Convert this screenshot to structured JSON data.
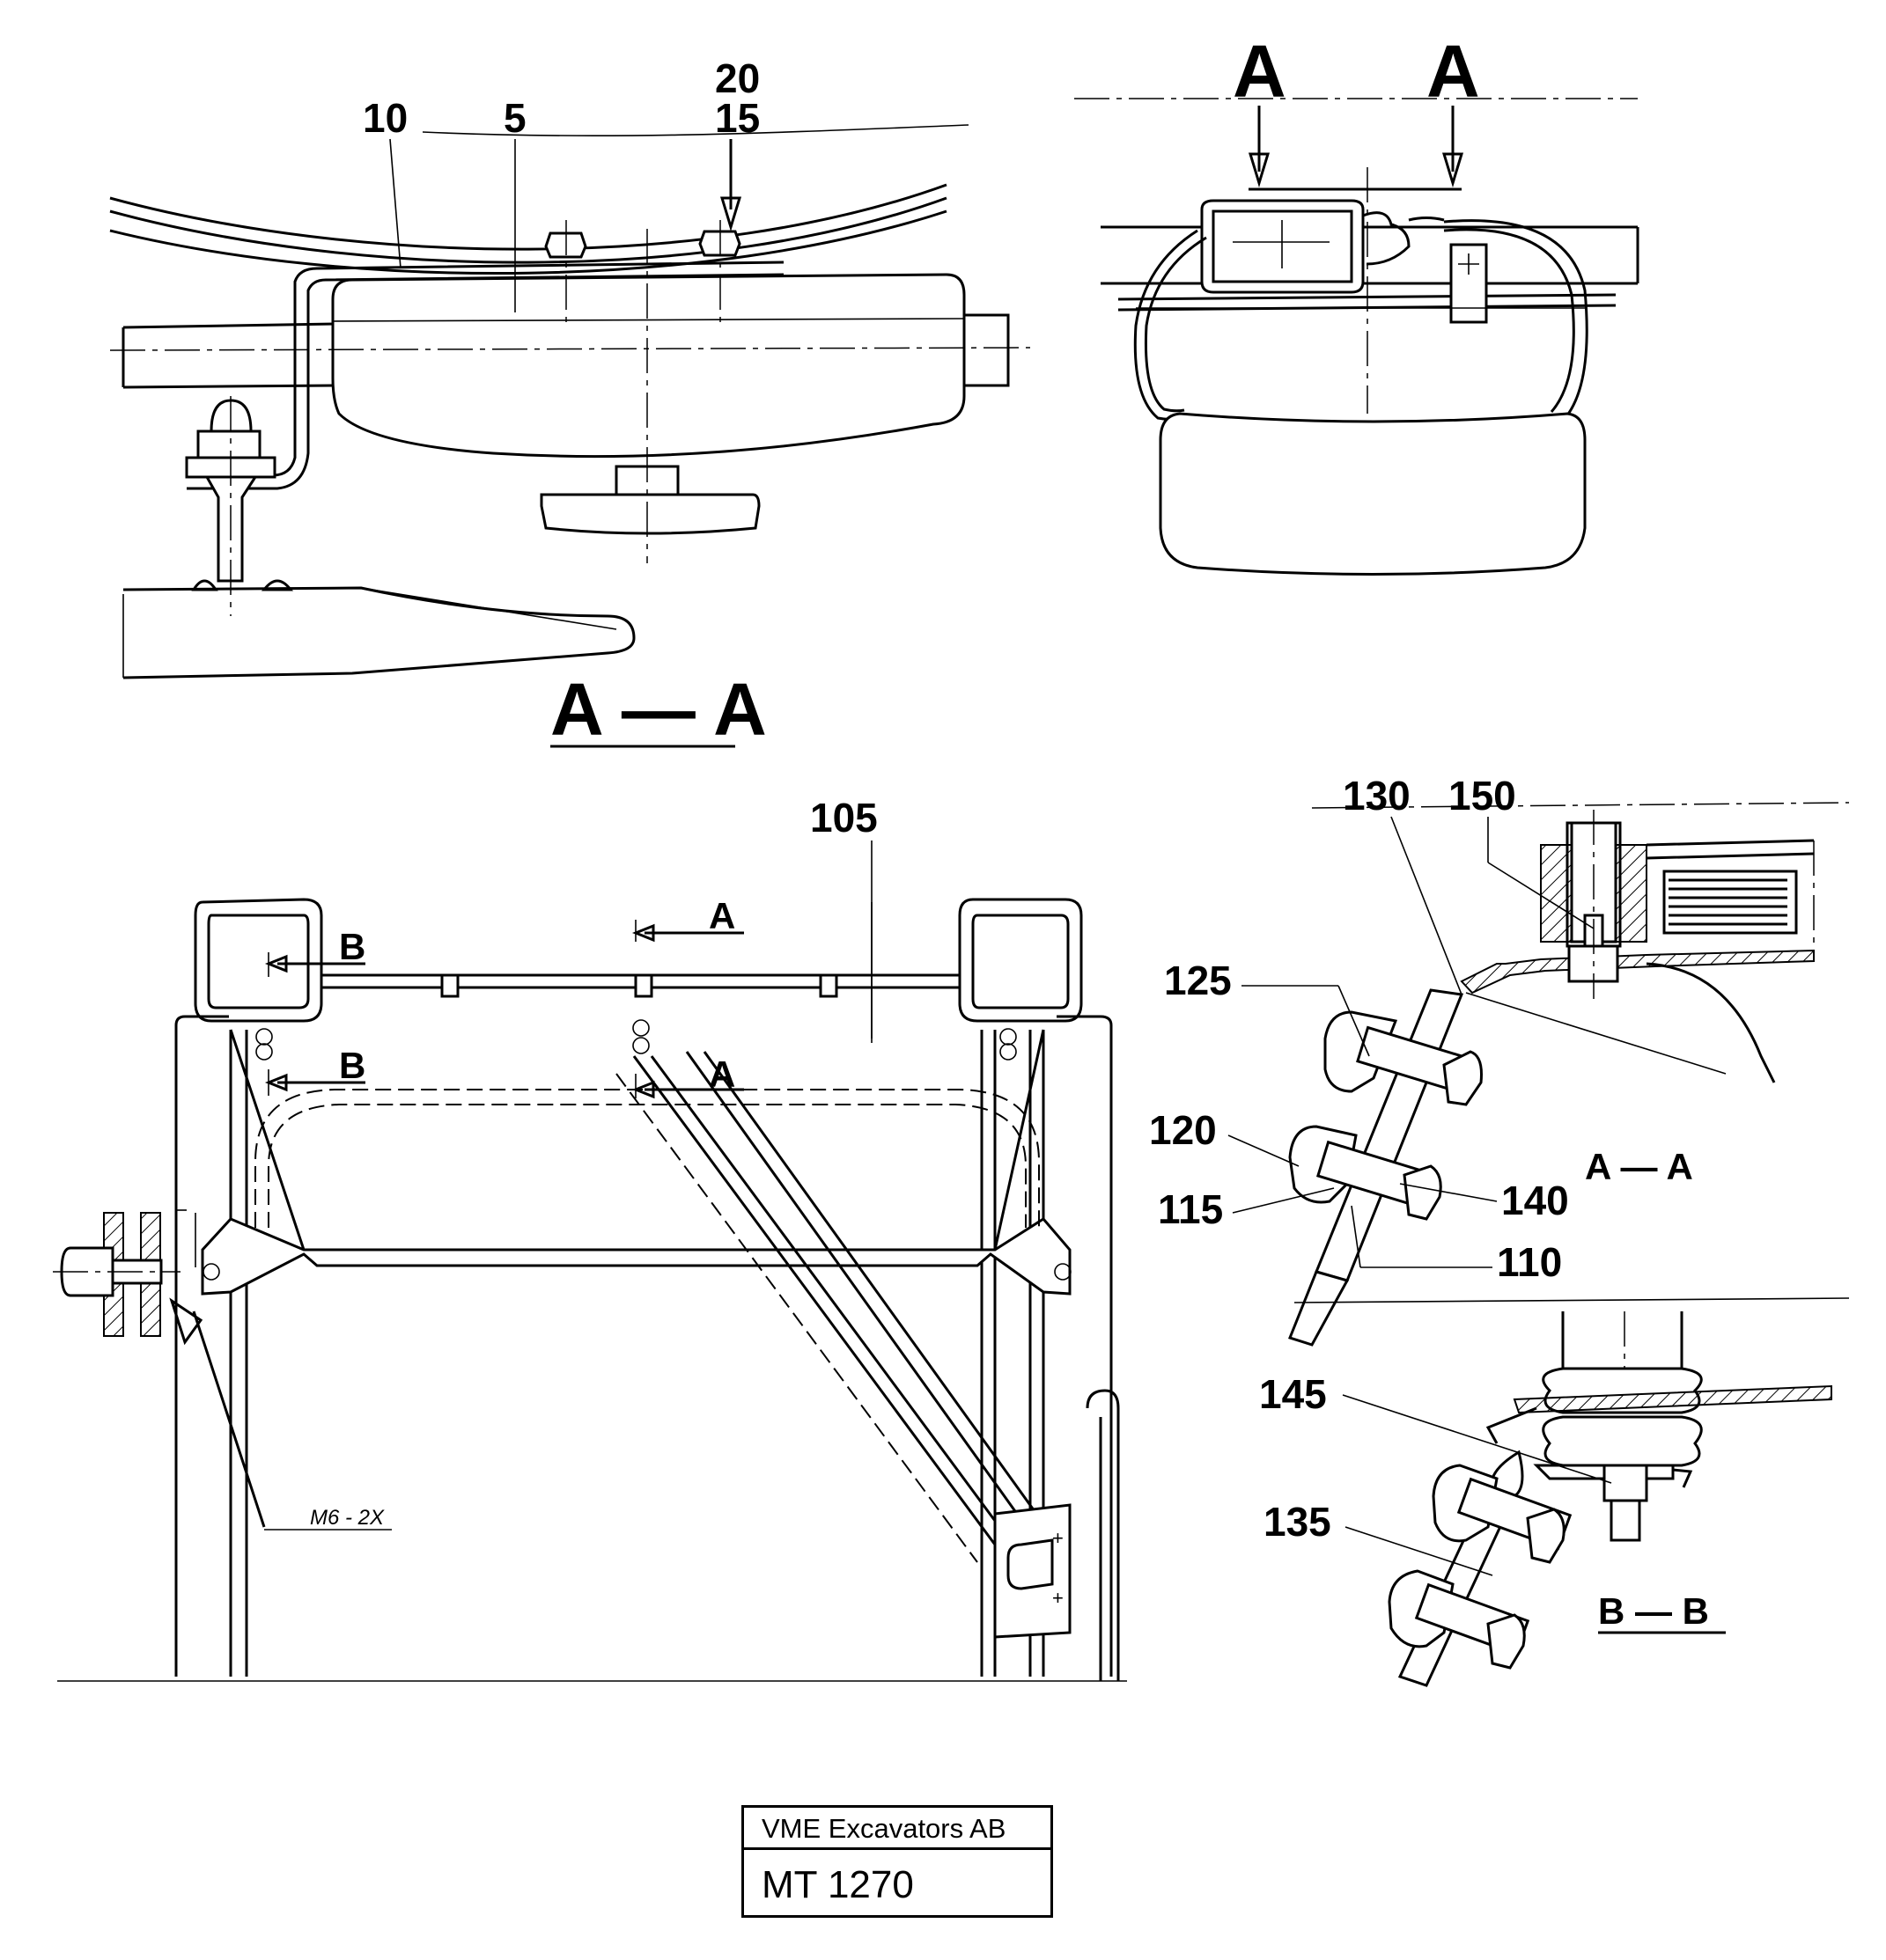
{
  "callouts": {
    "c10": "10",
    "c5": "5",
    "c20": "20",
    "c15": "15",
    "c105": "105",
    "c130": "130",
    "c150": "150",
    "c125": "125",
    "c120": "120",
    "c115": "115",
    "c140": "140",
    "c110": "110",
    "c145": "145",
    "c135": "135"
  },
  "section_marks": {
    "top_left_arrow": "A",
    "top_right_arrow": "A",
    "front_a_upper": "A",
    "front_a_lower": "A",
    "front_b_upper": "B",
    "front_b_lower": "B"
  },
  "section_titles": {
    "top_section": "A — A",
    "detail_aa": "A — A",
    "detail_bb": "B — B"
  },
  "notes": {
    "fastener": "M6 - 2X"
  },
  "title_block": {
    "company": "VME Excavators AB",
    "drawing_number": "MT 1270"
  }
}
